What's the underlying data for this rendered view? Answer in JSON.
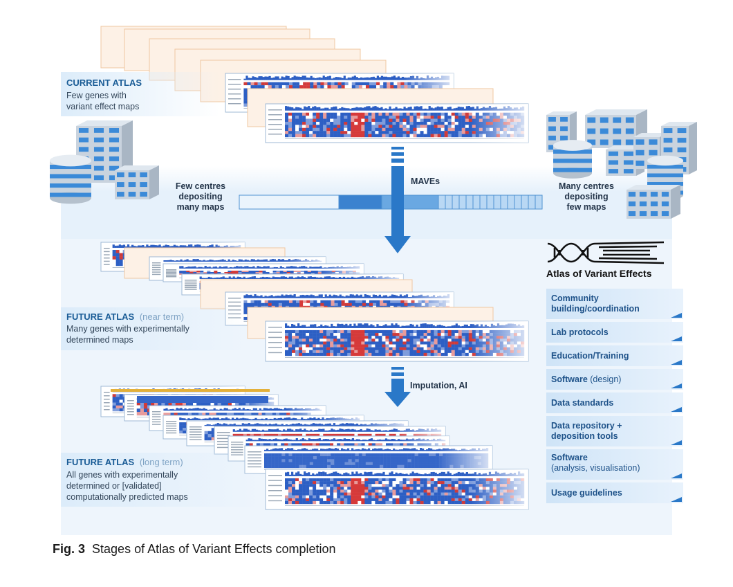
{
  "current_atlas": {
    "title": "CURRENT ATLAS",
    "lines": [
      "Few genes with",
      "variant effect maps"
    ]
  },
  "near_atlas": {
    "title": "FUTURE ATLAS",
    "qualifier": "(near term)",
    "lines": [
      "Many genes with experimentally",
      "determined maps"
    ]
  },
  "long_atlas": {
    "title": "FUTURE ATLAS",
    "qualifier": "(long term)",
    "lines": [
      "All genes with experimentally",
      "determined or [validated]",
      "computationally predicted maps"
    ]
  },
  "centres": {
    "left": [
      "Few centres",
      "depositing",
      "many maps"
    ],
    "right": [
      "Many centres",
      "depositing",
      "few maps"
    ]
  },
  "arrows": {
    "mave_label": "MAVEs",
    "imputation_label": "Imputation, AI"
  },
  "logo": {
    "text": "Atlas of Variant Effects"
  },
  "panel": {
    "items": [
      {
        "bold": [
          "Community",
          "building/coordination"
        ],
        "light": []
      },
      {
        "bold": [
          "Lab protocols"
        ],
        "light": []
      },
      {
        "bold": [
          "Education/Training"
        ],
        "light": []
      },
      {
        "bold": [
          "Software"
        ],
        "light": [
          " (design)"
        ]
      },
      {
        "bold": [
          "Data standards"
        ],
        "light": []
      },
      {
        "bold": [
          "Data repository +",
          "deposition tools"
        ],
        "light": []
      },
      {
        "bold": [
          "Software"
        ],
        "light": [
          "(analysis, visualisation)"
        ]
      },
      {
        "bold": [
          "Usage guidelines"
        ],
        "light": []
      }
    ]
  },
  "caption": {
    "label": "Fig. 3",
    "text": "Stages of Atlas of Variant Effects completion"
  },
  "colors": {
    "band": "#e6f1fb",
    "title_blue": "#1a5c96",
    "arrow_blue": "#2a78c8",
    "heat_blue": "#2d5fc4",
    "heat_red": "#d63a3a",
    "peach_border": "#f0c8a2",
    "peach_fill": "#fdf1e6"
  }
}
